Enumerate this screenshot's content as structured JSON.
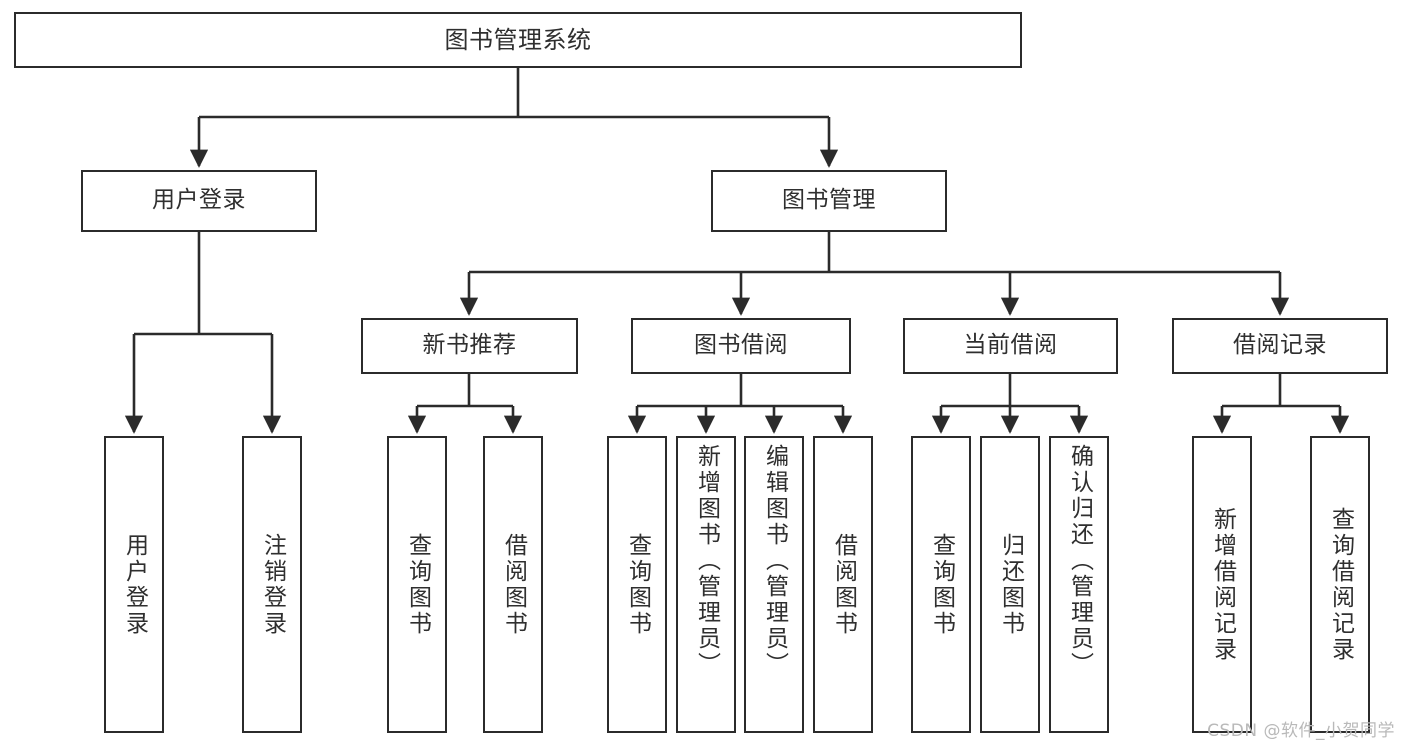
{
  "diagram": {
    "title": "图书管理系统",
    "type": "tree",
    "watermark": "CSDN @软件_小贺同学",
    "colors": {
      "box_border": "#2b2b2b",
      "box_fill": "#ffffff",
      "text": "#2f2f2f",
      "edge": "#2b2b2b",
      "watermark": "#b9b9b9",
      "background": "#ffffff"
    },
    "levels": {
      "root": {
        "label": "图书管理系统"
      },
      "level2": [
        {
          "label": "用户登录"
        },
        {
          "label": "图书管理"
        }
      ],
      "level3": [
        {
          "label": "新书推荐"
        },
        {
          "label": "图书借阅"
        },
        {
          "label": "当前借阅"
        },
        {
          "label": "借阅记录"
        }
      ],
      "leaves": [
        {
          "label": "用户登录",
          "parent": "用户登录"
        },
        {
          "label": "注销登录",
          "parent": "用户登录"
        },
        {
          "label": "查询图书",
          "parent": "新书推荐"
        },
        {
          "label": "借阅图书",
          "parent": "新书推荐"
        },
        {
          "label": "查询图书",
          "parent": "图书借阅"
        },
        {
          "label": "新增图书（管理员）",
          "parent": "图书借阅"
        },
        {
          "label": "编辑图书（管理员）",
          "parent": "图书借阅"
        },
        {
          "label": "借阅图书",
          "parent": "图书借阅"
        },
        {
          "label": "查询图书",
          "parent": "当前借阅"
        },
        {
          "label": "归还图书",
          "parent": "当前借阅"
        },
        {
          "label": "确认归还（管理员）",
          "parent": "当前借阅"
        },
        {
          "label": "新增借阅记录",
          "parent": "借阅记录"
        },
        {
          "label": "查询借阅记录",
          "parent": "借阅记录"
        }
      ]
    }
  }
}
